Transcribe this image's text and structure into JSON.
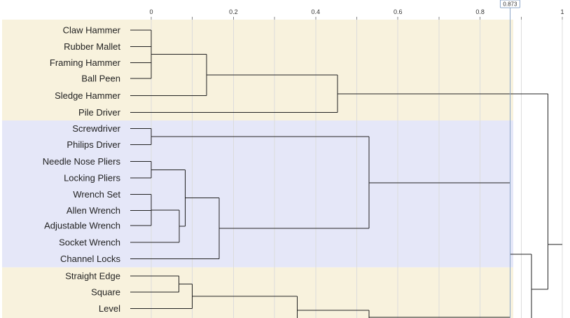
{
  "chart_data": {
    "type": "dendrogram",
    "orientation": "horizontal",
    "x_axis": {
      "range": [
        0,
        1
      ],
      "tick_labels": [
        "0",
        "0.2",
        "0.4",
        "0.6",
        "0.8",
        "1"
      ],
      "ticks_major": [
        0,
        0.2,
        0.4,
        0.6,
        0.8,
        1.0
      ],
      "ticks_minor": [
        0.1,
        0.3,
        0.5,
        0.7,
        0.9
      ],
      "grid": true
    },
    "cut_line": {
      "value": 0.873,
      "label": "0.873",
      "color": "#8da7c9"
    },
    "cluster_band_colors": [
      "#f8f2dd",
      "#e5e7f8"
    ],
    "clusters": [
      {
        "band": 0,
        "leaves": [
          "Claw Hammer",
          "Rubber Mallet",
          "Framing Hammer",
          "Ball Peen",
          "Sledge Hammer",
          "Pile Driver"
        ]
      },
      {
        "band": 1,
        "leaves": [
          "Screwdriver",
          "Philips Driver",
          "Needle Nose Pliers",
          "Locking Pliers",
          "Wrench Set",
          "Allen Wrench",
          "Adjustable Wrench",
          "Socket Wrench",
          "Channel Locks"
        ]
      },
      {
        "band": 0,
        "leaves": [
          "Straight Edge",
          "Square",
          "Level"
        ]
      }
    ],
    "leaf_rows": [
      {
        "label": "Claw Hammer",
        "row": 0
      },
      {
        "label": "Rubber Mallet",
        "row": 1
      },
      {
        "label": "Framing Hammer",
        "row": 2
      },
      {
        "label": "Ball Peen",
        "row": 3
      },
      {
        "label": "Sledge Hammer",
        "row": 4
      },
      {
        "label": "Pile Driver",
        "row": 5
      },
      {
        "label": "Screwdriver",
        "row": 6
      },
      {
        "label": "Philips Driver",
        "row": 7
      },
      {
        "label": "Needle Nose Pliers",
        "row": 8
      },
      {
        "label": "Locking Pliers",
        "row": 9
      },
      {
        "label": "Wrench Set",
        "row": 10
      },
      {
        "label": "Allen Wrench",
        "row": 11
      },
      {
        "label": "Adjustable Wrench",
        "row": 12
      },
      {
        "label": "Socket Wrench",
        "row": 13
      },
      {
        "label": "Channel Locks",
        "row": 14
      },
      {
        "label": "Straight Edge",
        "row": 15
      },
      {
        "label": "Square",
        "row": 16
      },
      {
        "label": "Level",
        "row": 17
      }
    ],
    "merges": [
      {
        "id": "m1",
        "children": [
          "Claw Hammer",
          "Rubber Mallet",
          "Framing Hammer",
          "Ball Peen"
        ],
        "height": 0.0
      },
      {
        "id": "m2",
        "children": [
          "m1",
          "Sledge Hammer"
        ],
        "height": 0.135
      },
      {
        "id": "m3",
        "children": [
          "m2",
          "Pile Driver"
        ],
        "height": 0.453
      },
      {
        "id": "m4",
        "children": [
          "Screwdriver",
          "Philips Driver"
        ],
        "height": 0.0
      },
      {
        "id": "m5",
        "children": [
          "Needle Nose Pliers",
          "Locking Pliers"
        ],
        "height": 0.0
      },
      {
        "id": "m6",
        "children": [
          "Wrench Set",
          "Allen Wrench",
          "Adjustable Wrench"
        ],
        "height": 0.0
      },
      {
        "id": "m7",
        "children": [
          "m6",
          "Socket Wrench"
        ],
        "height": 0.068
      },
      {
        "id": "m8",
        "children": [
          "m5",
          "m7"
        ],
        "height": 0.083
      },
      {
        "id": "m9",
        "children": [
          "m8",
          "Channel Locks"
        ],
        "height": 0.165
      },
      {
        "id": "m10",
        "children": [
          "m4",
          "m9"
        ],
        "height": 0.53
      },
      {
        "id": "m11",
        "children": [
          "Straight Edge",
          "Square"
        ],
        "height": 0.067
      },
      {
        "id": "m12",
        "children": [
          "m11",
          "Level"
        ],
        "height": 0.1
      },
      {
        "id": "m13",
        "children": [
          "m12"
        ],
        "height": 0.355
      },
      {
        "id": "m14",
        "children": [
          "m13"
        ],
        "height": 0.53
      },
      {
        "id": "m15",
        "children": [
          "m10",
          "m14"
        ],
        "height": 0.873
      },
      {
        "id": "m16",
        "children": [
          "m15"
        ],
        "height": 0.925
      },
      {
        "id": "m17",
        "children": [
          "m3",
          "m16"
        ],
        "height": 0.965
      },
      {
        "id": "m18",
        "children": [
          "m17"
        ],
        "height": 1.0
      }
    ]
  }
}
